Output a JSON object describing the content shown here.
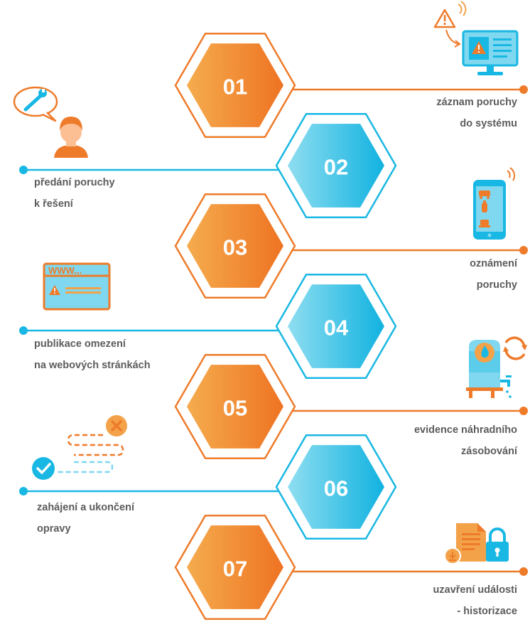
{
  "colors": {
    "orange": "#ee7b2a",
    "orange_light": "#f3a24a",
    "blue": "#19b7e3",
    "blue_light": "#7fd8ef",
    "label_text": "#5c5c5c"
  },
  "steps": [
    {
      "number": "01",
      "color": "orange",
      "side": "right",
      "line1": "záznam poruchy",
      "line2": "do systému",
      "icon": "monitor-warning-icon"
    },
    {
      "number": "02",
      "color": "blue",
      "side": "left",
      "line1": "předání poruchy",
      "line2": "k řešení",
      "icon": "technician-wrench-icon"
    },
    {
      "number": "03",
      "color": "orange",
      "side": "right",
      "line1": "oznámení",
      "line2": "poruchy",
      "icon": "smartphone-alert-icon"
    },
    {
      "number": "04",
      "color": "blue",
      "side": "left",
      "line1": "publikace omezení",
      "line2": "na webových stránkách",
      "icon": "web-page-warning-icon"
    },
    {
      "number": "05",
      "color": "orange",
      "side": "right",
      "line1": "evidence náhradního",
      "line2": "zásobování",
      "icon": "water-tank-icon"
    },
    {
      "number": "06",
      "color": "blue",
      "side": "left",
      "line1": "zahájení a ukončení",
      "line2": "opravy",
      "icon": "repair-progress-icon"
    },
    {
      "number": "07",
      "color": "orange",
      "side": "right",
      "line1": "uzavření události",
      "line2": "- historizace",
      "icon": "document-lock-icon"
    }
  ],
  "icon_texts": {
    "www": "WWW..."
  }
}
